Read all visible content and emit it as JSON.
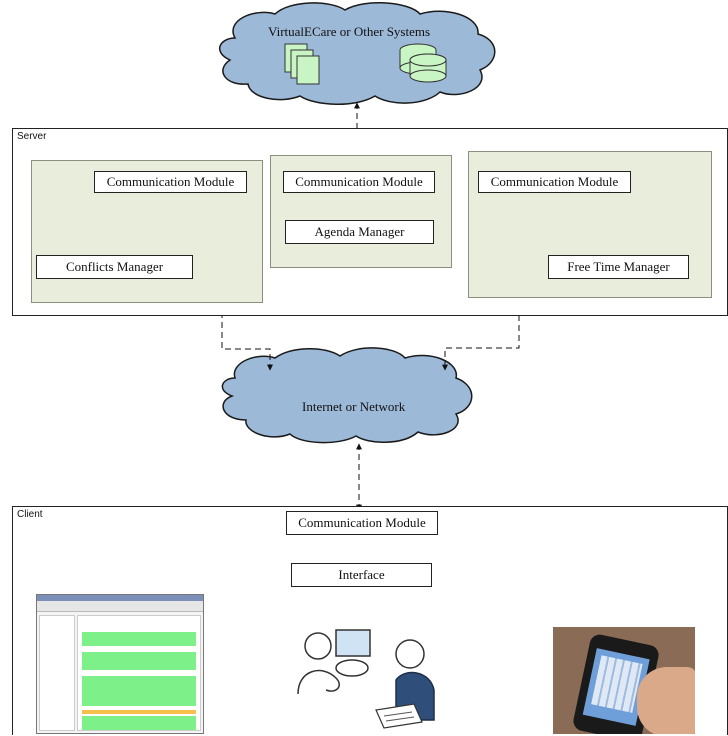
{
  "clouds": {
    "top": "VirtualECare or Other Systems",
    "middle": "Internet or Network"
  },
  "server": {
    "label": "Server",
    "left": {
      "comm": "Communication Module",
      "manager": "Conflicts Manager"
    },
    "center": {
      "comm": "Communication Module",
      "manager": "Agenda Manager"
    },
    "right": {
      "comm": "Communication Module",
      "manager": "Free Time Manager"
    }
  },
  "client": {
    "label": "Client",
    "comm": "Communication Module",
    "interface": "Interface"
  },
  "colors": {
    "cloud_fill": "#9db9d8",
    "group_fill": "#e8eedb",
    "icon_green": "#c9f5c4"
  },
  "icons": [
    "documents-icon",
    "database-icon",
    "desktop-calendar-screenshot",
    "people-at-computer-illustration",
    "mobile-phone-photo"
  ]
}
